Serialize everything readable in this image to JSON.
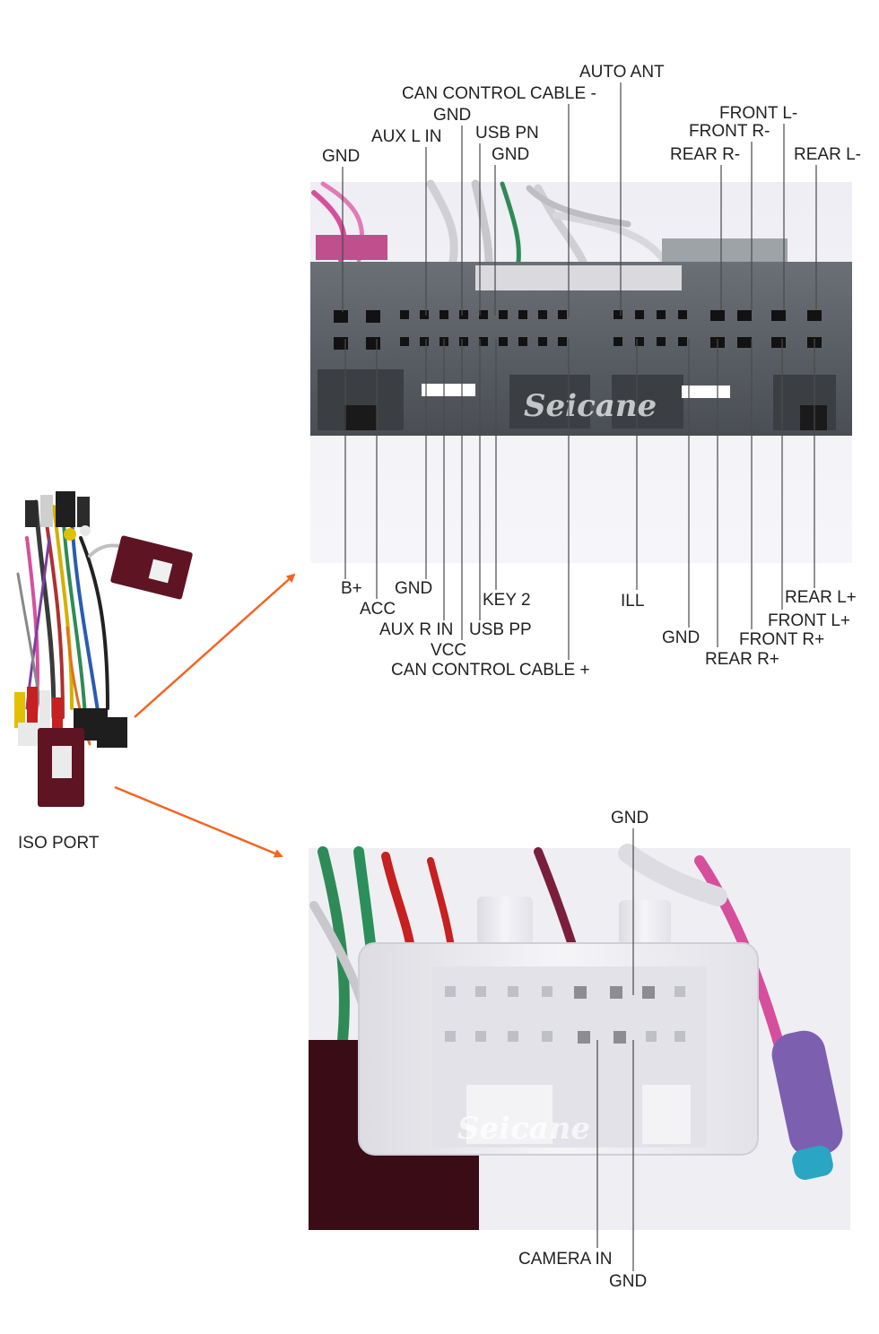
{
  "harness": {
    "label": "ISO PORT"
  },
  "watermark": "Seicane",
  "top_connector": {
    "labels_above": [
      "AUTO ANT",
      "CAN CONTROL CABLE -",
      "GND",
      "AUX L IN",
      "USB PN",
      "GND",
      "GND",
      "FRONT L-",
      "FRONT R-",
      "REAR R-",
      "REAR L-"
    ],
    "labels_below": [
      "B+",
      "ACC",
      "GND",
      "AUX R IN",
      "VCC",
      "USB PP",
      "KEY 2",
      "CAN CONTROL CABLE +",
      "ILL",
      "GND",
      "REAR R+",
      "FRONT R+",
      "FRONT L+",
      "REAR L+"
    ]
  },
  "bottom_connector": {
    "labels_above": [
      "GND"
    ],
    "labels_below": [
      "CAMERA IN",
      "GND"
    ]
  },
  "colors": {
    "arrow": "#f26522",
    "leader_line": "#4a4a4a",
    "connector_body": "#555a60",
    "plug_body": "#f1f1f4",
    "wire_pink": "#d64f9c",
    "wire_green": "#2e8b57",
    "module_red": "#5e1422"
  }
}
